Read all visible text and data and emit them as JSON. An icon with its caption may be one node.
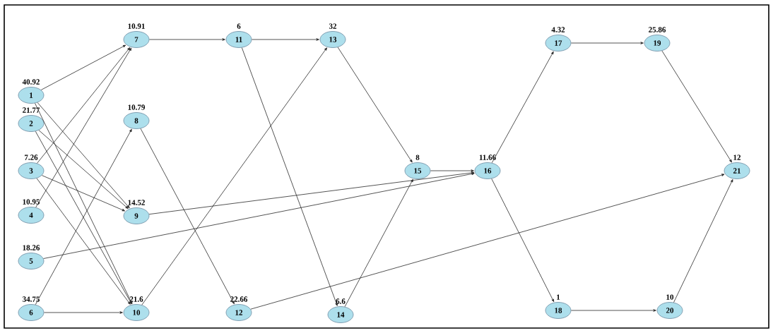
{
  "diagram": {
    "nodes": [
      {
        "text": [
          "1"
        ],
        "beside": [
          "40.92"
        ]
      },
      {
        "text": [
          "2"
        ],
        "beside": [
          "21.77"
        ]
      },
      {
        "text": [
          "3"
        ],
        "beside": [
          "7.26"
        ]
      },
      {
        "text": [
          "4"
        ],
        "beside": [
          "10.95"
        ]
      },
      {
        "text": [
          "5"
        ],
        "beside": [
          "18.26"
        ]
      },
      {
        "text": [
          "6"
        ],
        "beside": [
          "34.75"
        ]
      },
      {
        "text": [
          "7"
        ],
        "beside": [
          "10.91"
        ]
      },
      {
        "text": [
          "8"
        ],
        "beside": [
          "10.79"
        ]
      },
      {
        "text": [
          "9"
        ],
        "beside": [
          "14.52"
        ]
      },
      {
        "text": [
          "10"
        ],
        "beside": [
          "21.6"
        ]
      },
      {
        "text": [
          "11"
        ],
        "beside": [
          "6"
        ]
      },
      {
        "text": [
          "12"
        ],
        "beside": [
          "22.66"
        ]
      },
      {
        "text": [
          "13"
        ],
        "beside": [
          "32"
        ]
      },
      {
        "text": [
          "14"
        ],
        "beside": [
          "6.6"
        ]
      },
      {
        "text": [
          "15"
        ],
        "beside": [
          "8"
        ]
      },
      {
        "text": [
          "16"
        ],
        "beside": [
          "11.66"
        ]
      },
      {
        "text": [
          "17"
        ],
        "beside": [
          "4.32"
        ]
      },
      {
        "text": [
          "18"
        ],
        "beside": [
          "1"
        ]
      },
      {
        "text": [
          "19"
        ],
        "beside": [
          "25.86"
        ]
      },
      {
        "text": [
          "20"
        ],
        "beside": [
          "10"
        ]
      },
      {
        "text": [
          "21"
        ],
        "beside": [
          "12"
        ]
      }
    ],
    "edges": [
      {
        "from": 0,
        "to": 6,
        "arrow": "to"
      },
      {
        "from": 0,
        "to": 8,
        "arrow": "to"
      },
      {
        "from": 0,
        "to": 9,
        "arrow": "to"
      },
      {
        "from": 1,
        "to": 8,
        "arrow": "to"
      },
      {
        "from": 1,
        "to": 9,
        "arrow": "to"
      },
      {
        "from": 2,
        "to": 6,
        "arrow": "to"
      },
      {
        "from": 2,
        "to": 8,
        "arrow": "to"
      },
      {
        "from": 2,
        "to": 9,
        "arrow": "to"
      },
      {
        "from": 3,
        "to": 6,
        "arrow": "to"
      },
      {
        "from": 4,
        "to": 15,
        "arrow": "to"
      },
      {
        "from": 5,
        "to": 7,
        "arrow": "to"
      },
      {
        "from": 5,
        "to": 9,
        "arrow": "to"
      },
      {
        "from": 6,
        "to": 10,
        "arrow": "to"
      },
      {
        "from": 7,
        "to": 11,
        "arrow": "to"
      },
      {
        "from": 8,
        "to": 15,
        "arrow": "to"
      },
      {
        "from": 9,
        "to": 12,
        "arrow": "to"
      },
      {
        "from": 10,
        "to": 12,
        "arrow": "to"
      },
      {
        "from": 10,
        "to": 13,
        "arrow": "to"
      },
      {
        "from": 11,
        "to": 20,
        "arrow": "to"
      },
      {
        "from": 12,
        "to": 14,
        "arrow": "to"
      },
      {
        "from": 13,
        "to": 14,
        "arrow": "to"
      },
      {
        "from": 14,
        "to": 15,
        "arrow": "to"
      },
      {
        "from": 15,
        "to": 16,
        "arrow": "to"
      },
      {
        "from": 15,
        "to": 17,
        "arrow": "to"
      },
      {
        "from": 16,
        "to": 18,
        "arrow": "to"
      },
      {
        "from": 17,
        "to": 19,
        "arrow": "to"
      },
      {
        "from": 18,
        "to": 20,
        "arrow": "to"
      },
      {
        "from": 19,
        "to": 20,
        "arrow": "to"
      }
    ]
  }
}
